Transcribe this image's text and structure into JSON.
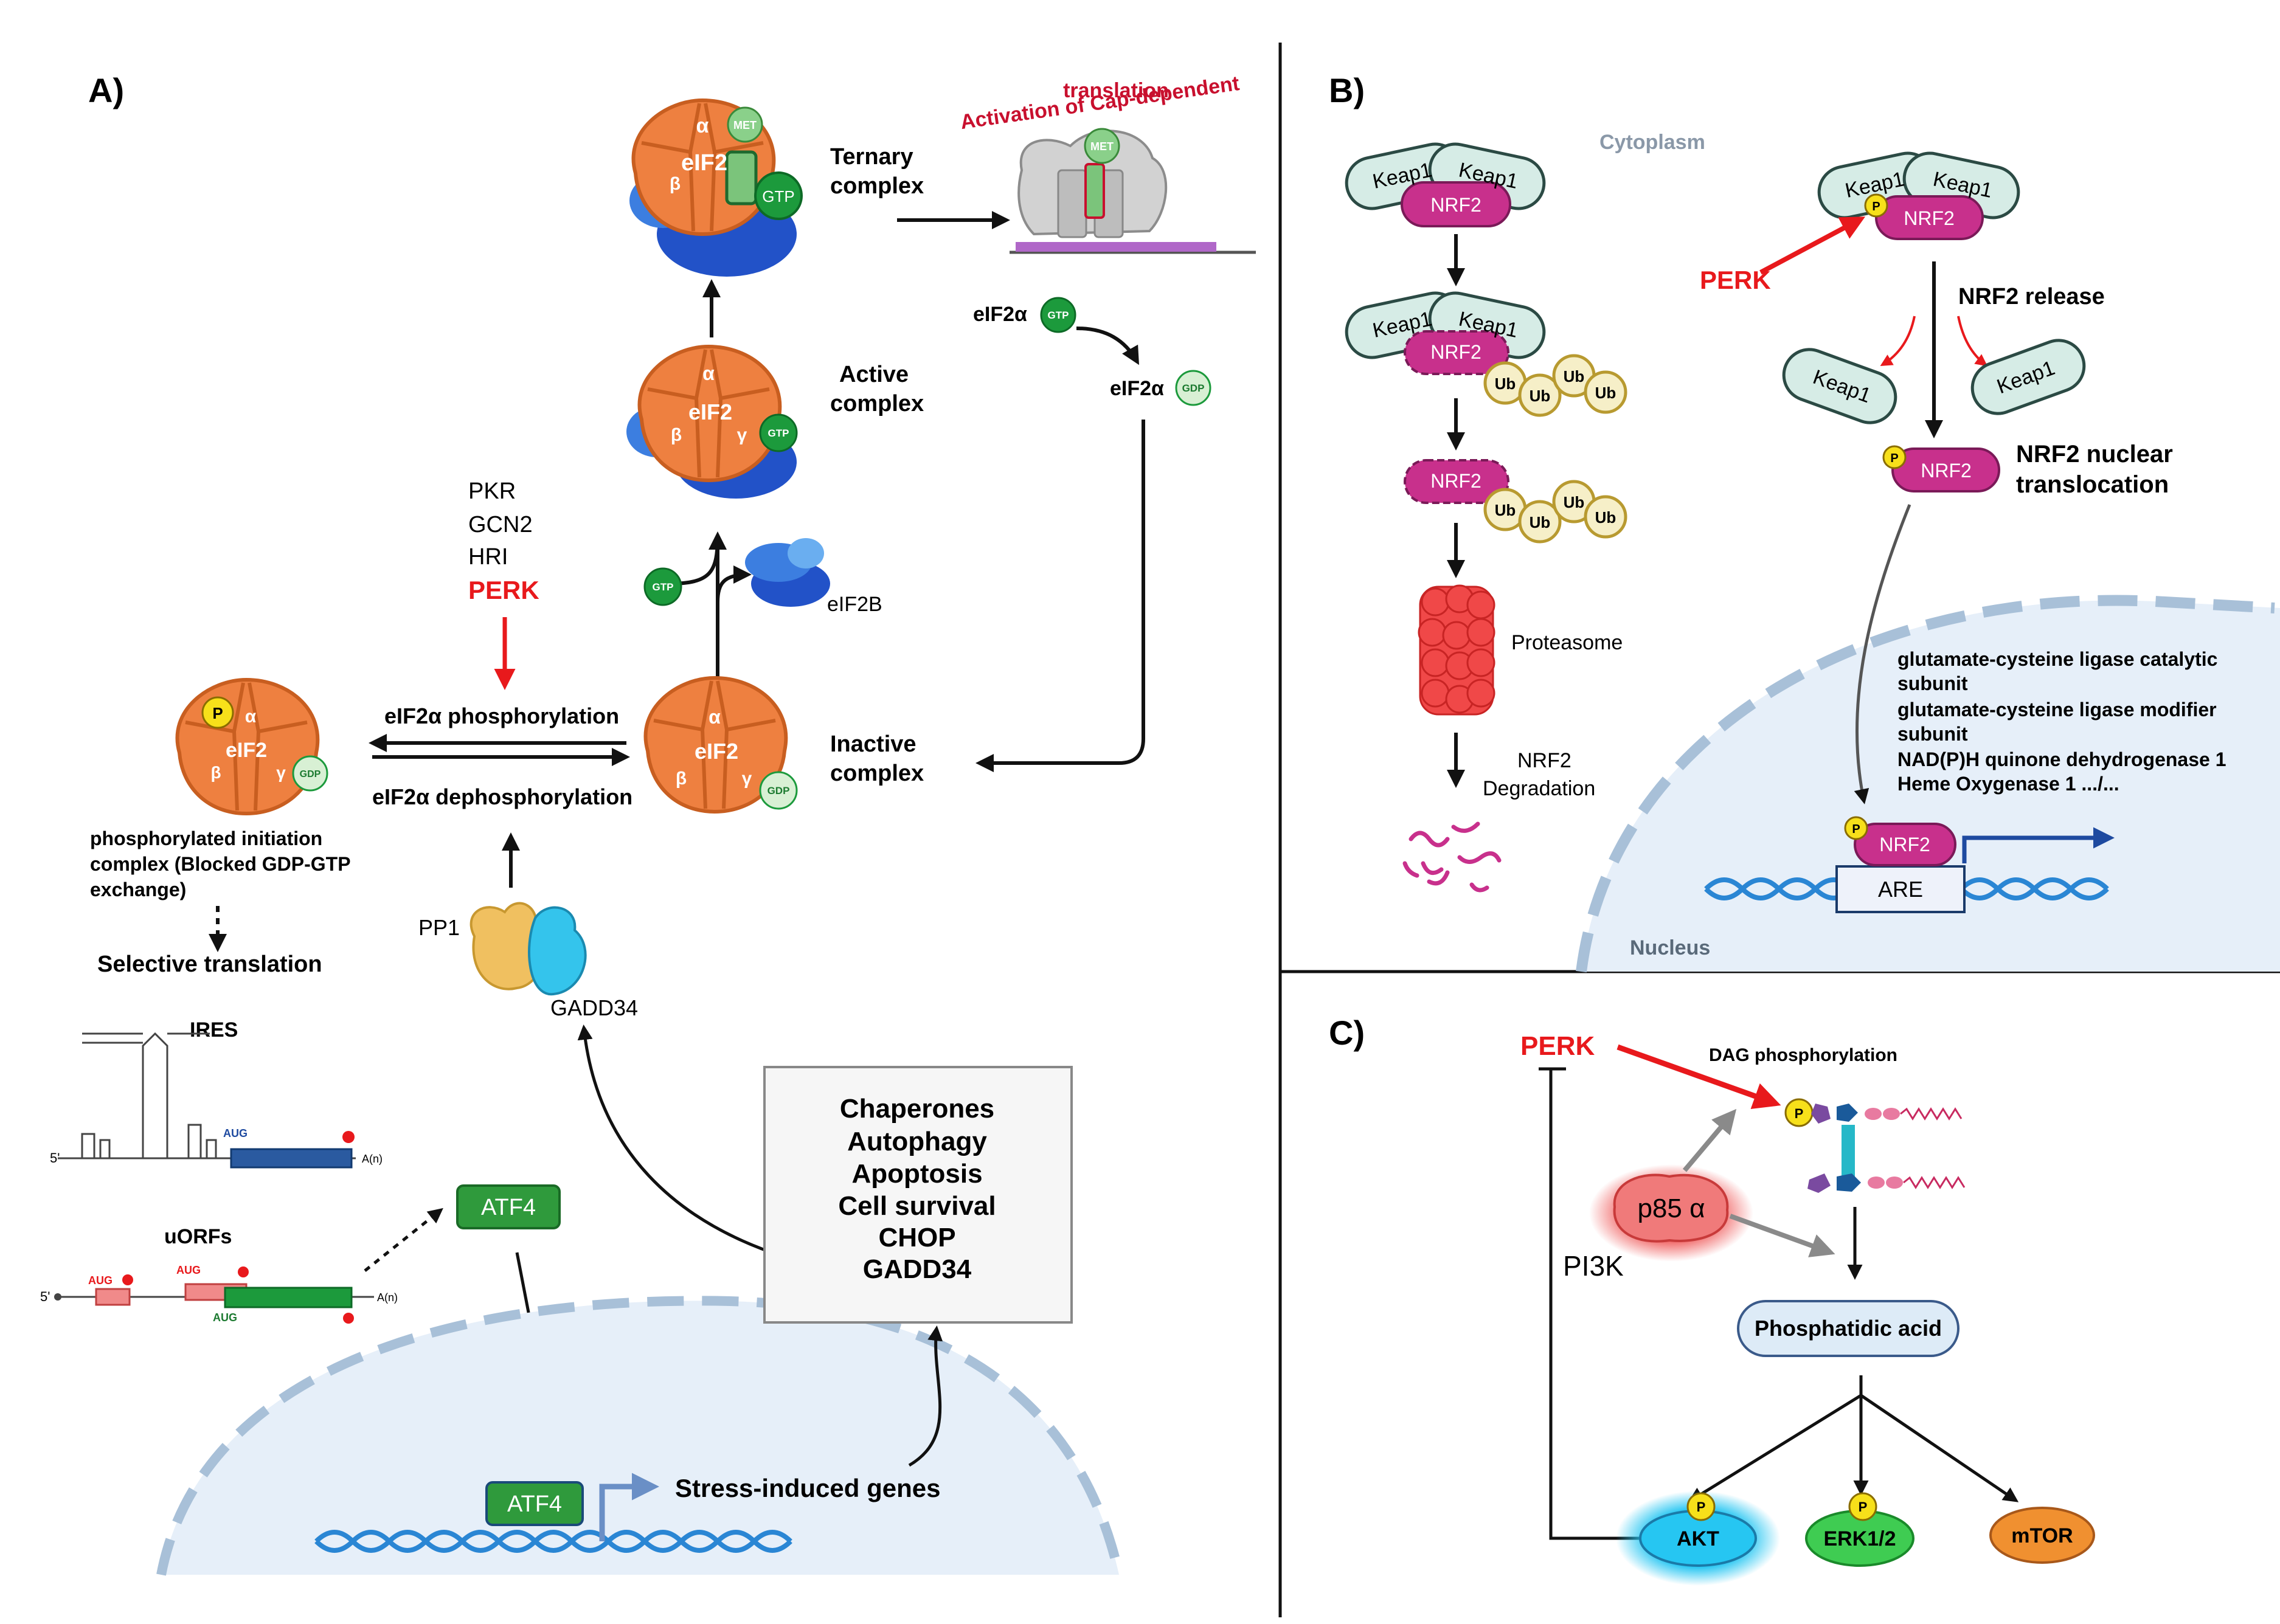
{
  "panel_a": {
    "label": "A)",
    "cap_title_1": "Activation of Cap-dependent",
    "cap_title_2": "translation",
    "ternary_1": "Ternary",
    "ternary_2": "complex",
    "active_1": "Active",
    "active_2": "complex",
    "inactive_1": "Inactive",
    "inactive_2": "complex",
    "eif2a_gtp": "eIF2α",
    "eif2a_gdp": "eIF2α",
    "gtp": "GTP",
    "gdp": "GDP",
    "met": "MET",
    "alpha": "α",
    "beta": "β",
    "gamma": "γ",
    "eif2": "eIF2",
    "p": "P",
    "eif2b": "eIF2B",
    "kinases": [
      "PKR",
      "GCN2",
      "HRI"
    ],
    "perk": "PERK",
    "phosphorylation": "eIF2α phosphorylation",
    "dephosphorylation": "eIF2α dephosphorylation",
    "phospho_complex_1": "phosphorylated  initiation",
    "phospho_complex_2": "complex (Blocked GDP-GTP",
    "phospho_complex_3": "exchange)",
    "selective": "Selective  translation",
    "pp1": "PP1",
    "gadd34": "GADD34",
    "ires": "IRES",
    "uorfs": "uORFs",
    "aug": "AUG",
    "five_prime": "5'",
    "poly_a": "A(n)",
    "atf4": "ATF4",
    "stress_genes": "Stress-induced genes",
    "outcomes": [
      "Chaperones",
      "Autophagy",
      "Apoptosis",
      "Cell survival",
      "CHOP",
      "GADD34"
    ]
  },
  "panel_b": {
    "label": "B)",
    "cytoplasm": "Cytoplasm",
    "nucleus": "Nucleus",
    "keap1": "Keap1",
    "nrf2": "NRF2",
    "ub": "Ub",
    "proteasome": "Proteasome",
    "degradation_1": "NRF2",
    "degradation_2": "Degradation",
    "perk": "PERK",
    "release": "NRF2 release",
    "nuclear_1": "NRF2 nuclear",
    "nuclear_2": "translocation",
    "genes": [
      "glutamate-cysteine ligase catalytic",
      "subunit",
      "glutamate-cysteine ligase modifier",
      "subunit",
      "NAD(P)H quinone dehydrogenase 1",
      "Heme Oxygenase 1   .../..."
    ],
    "are": "ARE",
    "p": "P"
  },
  "panel_c": {
    "label": "C)",
    "perk": "PERK",
    "dag": "DAG phosphorylation",
    "p85": "p85 α",
    "pi3k": "PI3K",
    "pa": "Phosphatidic acid",
    "akt": "AKT",
    "erk": "ERK1/2",
    "mtor": "mTOR",
    "p": "P"
  },
  "colors": {
    "eif2_orange": "#ee8040",
    "gtp_green": "#1c9a3c",
    "perk_red": "#e8191c",
    "nrf2_magenta": "#c8308c",
    "keap1_mint": "#d6ece6",
    "ub_cream": "#f6efc8",
    "nucleus_blue": "#e6eff9",
    "dna_blue": "#2a86d4",
    "atf4_green": "#2f9a3c",
    "akt_cyan": "#26c6f2",
    "erk_green": "#3fcc52",
    "mtor_orange": "#f09030"
  }
}
